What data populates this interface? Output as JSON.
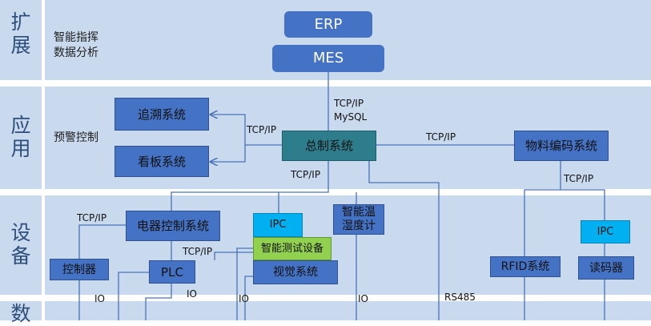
{
  "layers": [
    {
      "side": "扩展",
      "desc_1": "智能指挥",
      "desc_2": "数据分析"
    },
    {
      "side": "应用",
      "desc_1": "预警控制"
    },
    {
      "side": "设备"
    },
    {
      "side": "数"
    }
  ],
  "nodes": {
    "erp": "ERP",
    "mes": "MES",
    "trace": "追溯系统",
    "board": "看板系统",
    "master": "总制系统",
    "material": "物料编码系统",
    "electrical": "电器控制系统",
    "ipc_center": "IPC",
    "smart_test": "智能测试设备",
    "vision": "视觉系统",
    "temp_1": "智能温",
    "temp_2": "湿度计",
    "controller": "控制器",
    "plc": "PLC",
    "rfid": "RFID系统",
    "ipc_right": "IPC",
    "reader": "读码器"
  },
  "labels": {
    "tcpip_mysql_1": "TCP/IP",
    "tcpip_mysql_2": "MySQL",
    "tcpip_left": "TCP/IP",
    "tcpip_right": "TCP/IP",
    "tcpip_below_master": "TCP/IP",
    "tcpip_material": "TCP/IP",
    "tcpip_electrical": "TCP/IP",
    "tcpip_plc": "TCP/IP",
    "io_1": "IO",
    "io_2": "IO",
    "io_3": "IO",
    "io_4": "IO",
    "rs485": "RS485"
  },
  "colors": {
    "band": "#c9d9ee",
    "box": "#4472c4",
    "master": "#2e7d8c",
    "ipc": "#00b0f0",
    "smart_test": "#92d050",
    "line": "#4a74b8"
  }
}
